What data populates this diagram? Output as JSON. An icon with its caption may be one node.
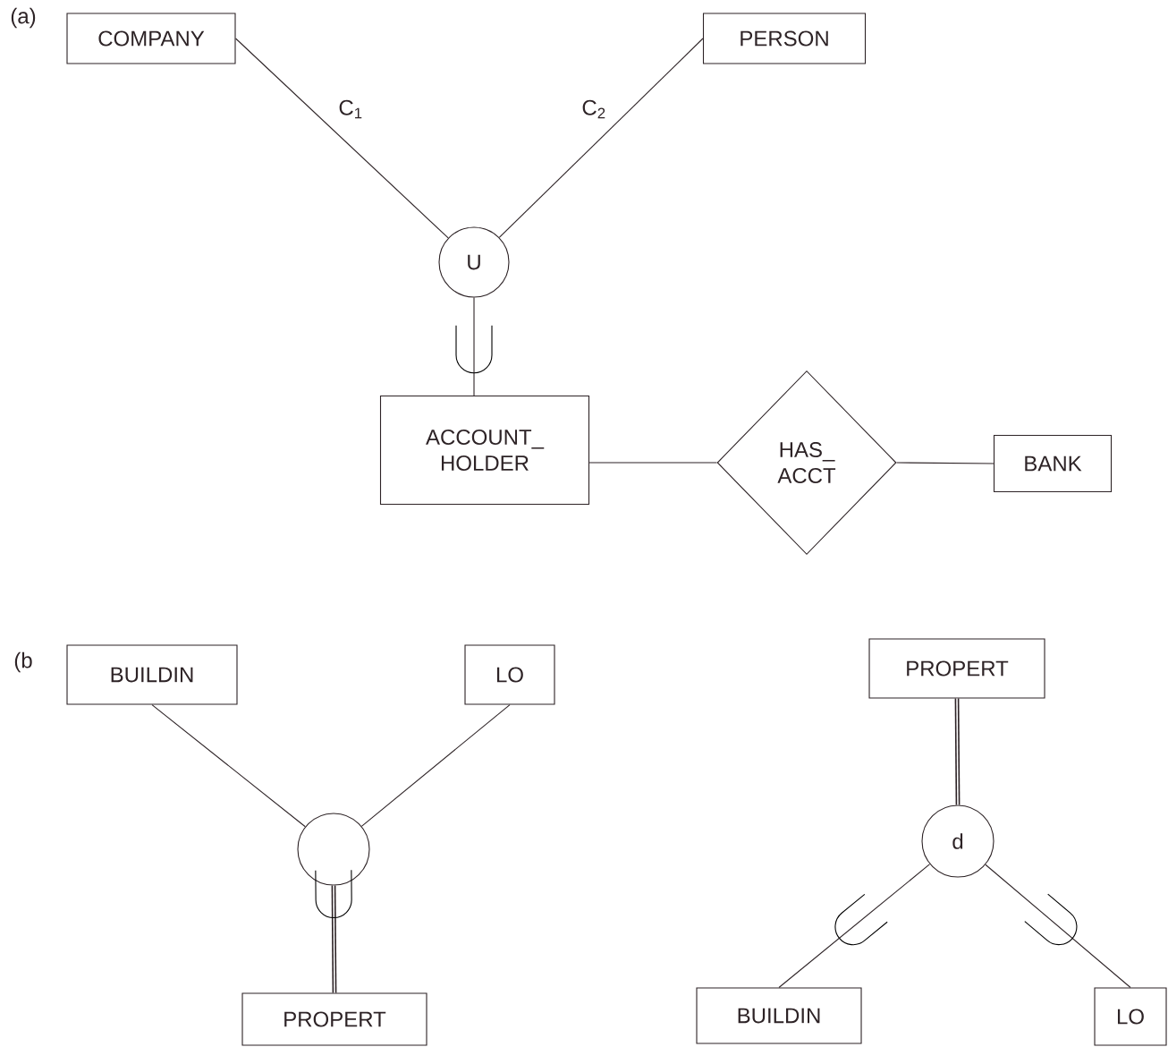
{
  "diagram": {
    "nodes": [
      {
        "text": [
          "COMPANY"
        ]
      },
      {
        "text": [
          "PERSON"
        ]
      },
      {
        "text": [
          "U"
        ]
      },
      {
        "text": [
          "ACCOUNT_ HOLDER"
        ]
      },
      {
        "text": [
          "HAS_ ACCT"
        ]
      },
      {
        "text": [
          "BANK"
        ]
      },
      {
        "text": [
          "BUILDIN"
        ]
      },
      {
        "text": [
          "LO"
        ]
      },
      {
        "text": [],
        "shape": "circle"
      },
      {
        "text": [
          "PROPERT"
        ]
      },
      {
        "text": [
          "PROPERT"
        ]
      },
      {
        "text": [
          "d"
        ]
      },
      {
        "text": [
          "BUILDIN"
        ]
      },
      {
        "text": [
          "LO"
        ]
      }
    ],
    "edges": [
      {
        "from": 0,
        "to": 2,
        "arrow": "none",
        "label": "C$_{1}$"
      },
      {
        "from": 1,
        "to": 2,
        "arrow": "none",
        "label": "C$_{2}$"
      },
      {
        "from": 2,
        "to": 3,
        "arrow": "none"
      },
      {
        "from": 3,
        "to": 4,
        "arrow": "none"
      },
      {
        "from": 4,
        "to": 5,
        "arrow": "none"
      },
      {
        "from": 6,
        "to": 8,
        "arrow": "none"
      },
      {
        "from": 7,
        "to": 8,
        "arrow": "none"
      },
      {
        "from": 8,
        "to": 9,
        "arrow": "none",
        "style": "thick"
      },
      {
        "from": 10,
        "to": 11,
        "arrow": "none",
        "style": "thick"
      },
      {
        "from": 11,
        "to": 12,
        "arrow": "none"
      },
      {
        "from": 11,
        "to": 13,
        "arrow": "none"
      }
    ],
    "labels": [
      "(a)",
      "(b"
    ]
  }
}
